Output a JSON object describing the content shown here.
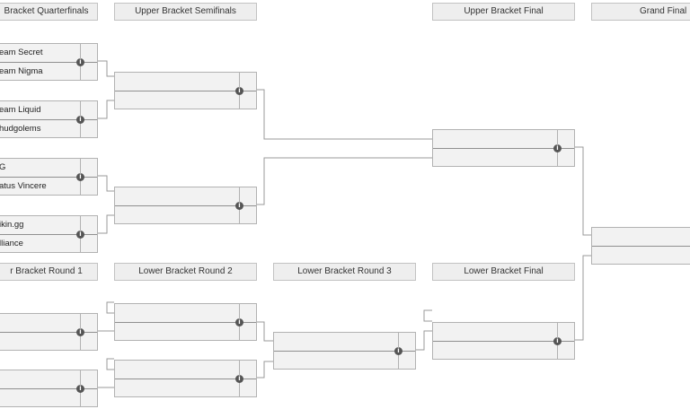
{
  "headers": {
    "ub_qf": "Bracket Quarterfinals",
    "ub_sf": "Upper Bracket Semifinals",
    "ub_final": "Upper Bracket Final",
    "grand_final": "Grand Final",
    "lb_r1": "r Bracket Round 1",
    "lb_r2": "Lower Bracket Round 2",
    "lb_r3": "Lower Bracket Round 3",
    "lb_final": "Lower Bracket Final"
  },
  "matches": {
    "ubqf1": {
      "team1": "eam Secret",
      "team2": "eam Nigma"
    },
    "ubqf2": {
      "team1": "eam Liquid",
      "team2": "hudgolems"
    },
    "ubqf3": {
      "team1": "G",
      "team2": "atus Vincere"
    },
    "ubqf4": {
      "team1": "ikin.gg",
      "team2": "lliance"
    },
    "ubsf1": {
      "team1": "",
      "team2": ""
    },
    "ubsf2": {
      "team1": "",
      "team2": ""
    },
    "ubf": {
      "team1": "",
      "team2": ""
    },
    "gf": {
      "team1": "",
      "team2": ""
    },
    "lbr1_1": {
      "team1": "",
      "team2": ""
    },
    "lbr1_2": {
      "team1": "",
      "team2": ""
    },
    "lbr2_1": {
      "team1": "",
      "team2": ""
    },
    "lbr2_2": {
      "team1": "",
      "team2": ""
    },
    "lbr3": {
      "team1": "",
      "team2": ""
    },
    "lbf": {
      "team1": "",
      "team2": ""
    }
  },
  "icons": {
    "match_info": "info-icon"
  },
  "colors": {
    "header_bg": "#eeeeee",
    "match_bg": "#f2f2f2",
    "border": "#b2b2b2",
    "connector": "#9a9a9a",
    "info_icon": "#555555"
  }
}
